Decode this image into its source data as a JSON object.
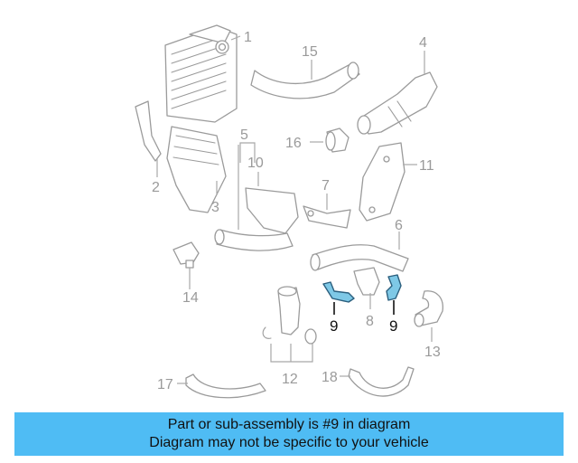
{
  "banner": {
    "line1": "Part or sub-assembly is #9 in diagram",
    "line2": "Diagram may not be specific to your vehicle",
    "background": "#4fbcf4"
  },
  "labels": {
    "n1": "1",
    "n2": "2",
    "n3": "3",
    "n4": "4",
    "n5": "5",
    "n6": "6",
    "n7": "7",
    "n8": "8",
    "n9a": "9",
    "n9b": "9",
    "n10": "10",
    "n11": "11",
    "n12": "12",
    "n13": "13",
    "n14": "14",
    "n15": "15",
    "n16": "16",
    "n17": "17",
    "n18": "18"
  },
  "highlight": {
    "part": "9",
    "color": "#7ec8e6"
  }
}
